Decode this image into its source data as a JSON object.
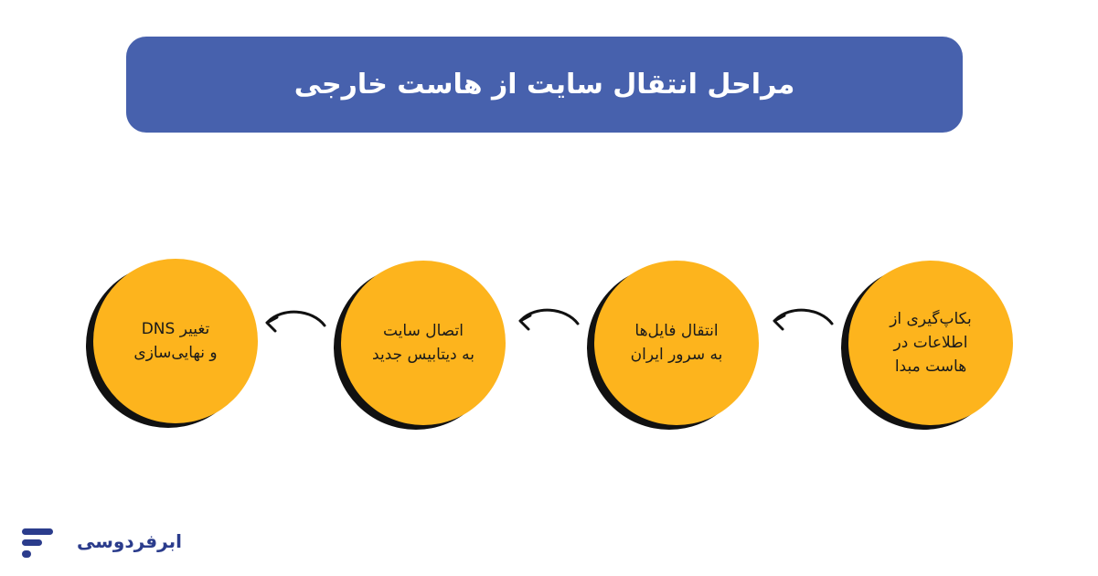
{
  "title": "مراحل انتقال سایت از هاست خارجی",
  "steps": [
    {
      "label": "بکاپ‌گیری از\nاطلاعات در\nهاست مبدا"
    },
    {
      "label": "انتقال فایل‌ها\nبه سرور ایران"
    },
    {
      "label": "اتصال سایت\nبه دیتابیس جدید"
    },
    {
      "label": "تغییر DNS\nو نهایی‌سازی"
    }
  ],
  "brand": {
    "name": "ابرفردوسی"
  },
  "colors": {
    "banner": "#4761AD",
    "circle": "#FDB41D",
    "circle_shadow": "#111111",
    "brand": "#2B3C8C"
  }
}
